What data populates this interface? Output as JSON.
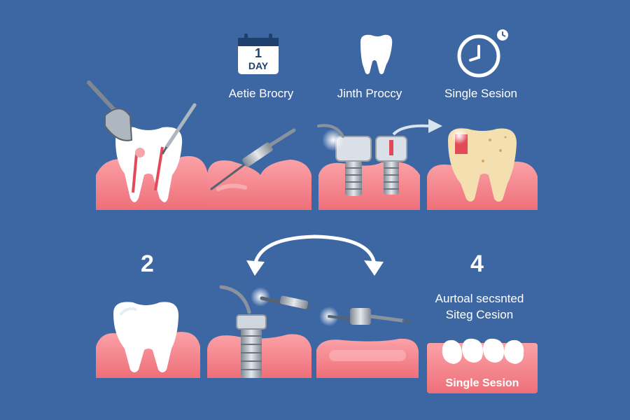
{
  "top_labels": [
    "Aetie Brocry",
    "Jinth Proccy",
    "Single Sesion"
  ],
  "calendar": {
    "day_number": "1",
    "day_label": "DAY"
  },
  "steps": {
    "left_number": "2",
    "right_number": "4"
  },
  "right_caption": {
    "line1": "Aurtoal secsnted",
    "line2": "Siteg Cesion"
  },
  "bottom_right_label": "Single Sesion",
  "colors": {
    "background": "#3d67a3",
    "gum": "#f07b83",
    "gum_light": "#fba7ab",
    "tooth": "#ffffff",
    "metal": "#aeb6bf",
    "highlight": "#e24a5a"
  }
}
